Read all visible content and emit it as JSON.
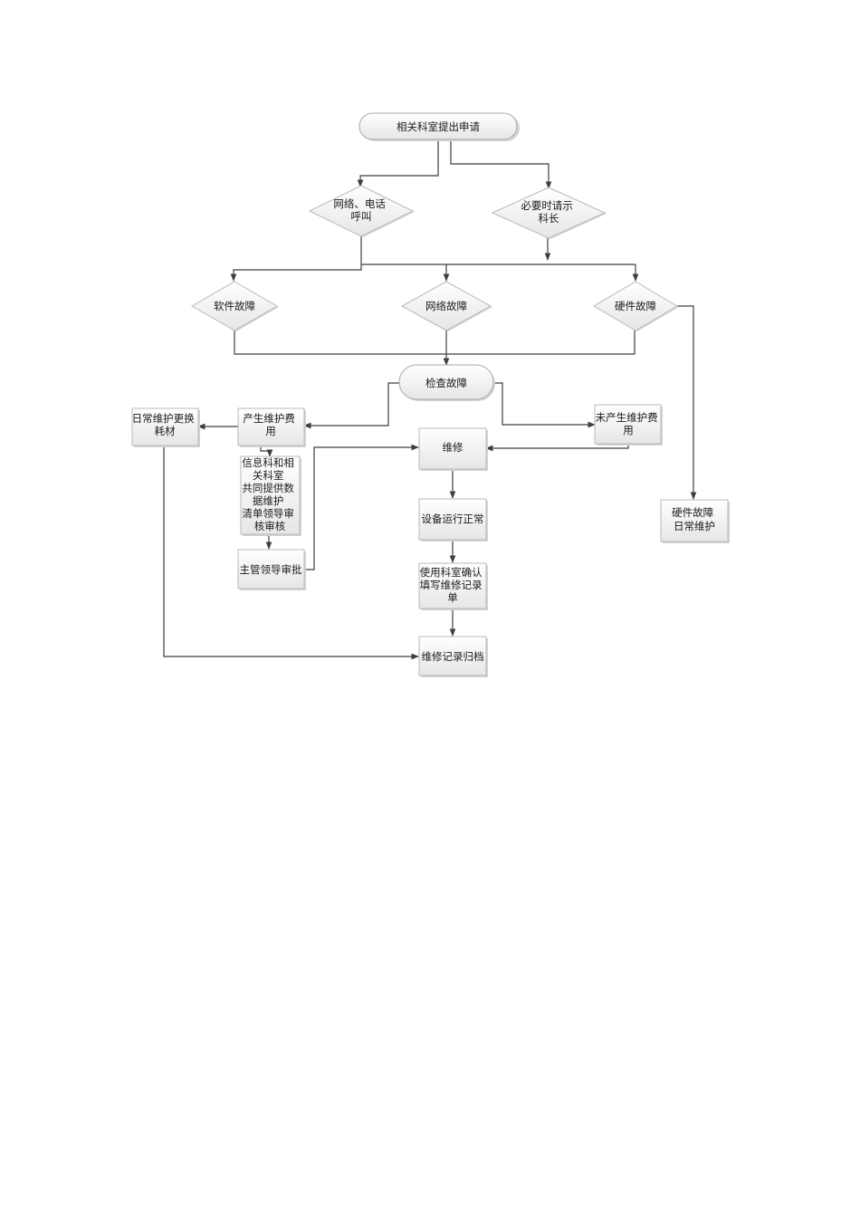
{
  "nodes": {
    "apply": [
      "相关科室提出申请"
    ],
    "call": [
      "网络、电话",
      "呼叫"
    ],
    "chief": [
      "必要时请示",
      "科长"
    ],
    "software": [
      "软件故障"
    ],
    "network": [
      "网络故障"
    ],
    "hardware": [
      "硬件故障"
    ],
    "check": [
      "检查故障"
    ],
    "fee": [
      "产生维护费",
      "用"
    ],
    "consumable": [
      "日常维护更换",
      "耗材"
    ],
    "nofee": [
      "未产生维护费",
      "用"
    ],
    "repair": [
      "维修"
    ],
    "list": [
      "信息科和相",
      "关科室",
      "共同提供数",
      "据维护",
      "清单领导审",
      "核审核"
    ],
    "approve": [
      "主管领导审批"
    ],
    "normal": [
      "设备运行正常"
    ],
    "confirm": [
      "使用科室确认",
      "填写维修记录",
      "单"
    ],
    "archive": [
      "维修记录归档"
    ],
    "hwdaily": [
      "硬件故障",
      "日常维护"
    ]
  }
}
